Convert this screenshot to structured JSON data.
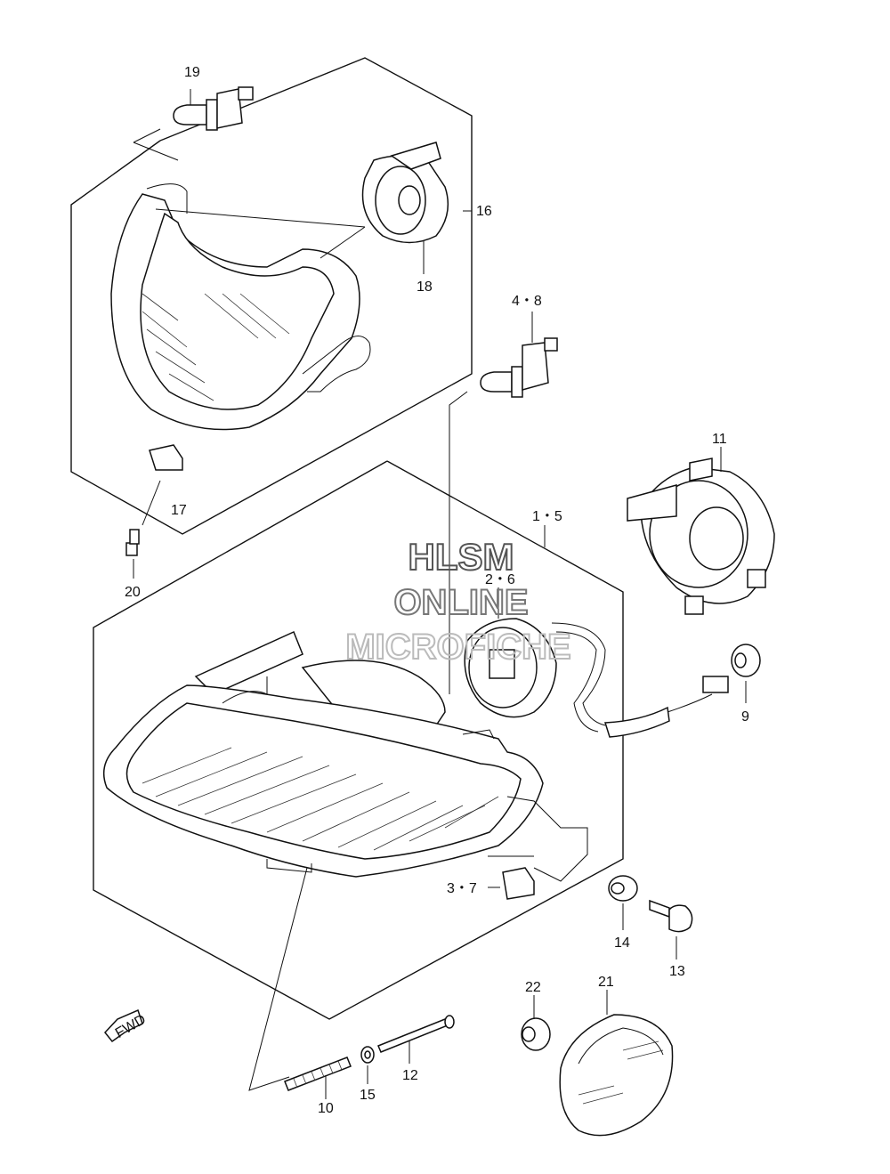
{
  "watermark": {
    "line1": "HLSM",
    "line2": "ONLINE",
    "line3": "MICROFICHE"
  },
  "fwd_label": "FWD",
  "callouts": {
    "c19": "19",
    "c16": "16",
    "c18": "18",
    "c4_8": "4・8",
    "c17": "17",
    "c20": "20",
    "c11": "11",
    "c1_5": "1・5",
    "c2_6": "2・6",
    "c9": "9",
    "c3_7": "3・7",
    "c14": "14",
    "c13": "13",
    "c22": "22",
    "c21": "21",
    "c12": "12",
    "c15": "15",
    "c10": "10"
  }
}
